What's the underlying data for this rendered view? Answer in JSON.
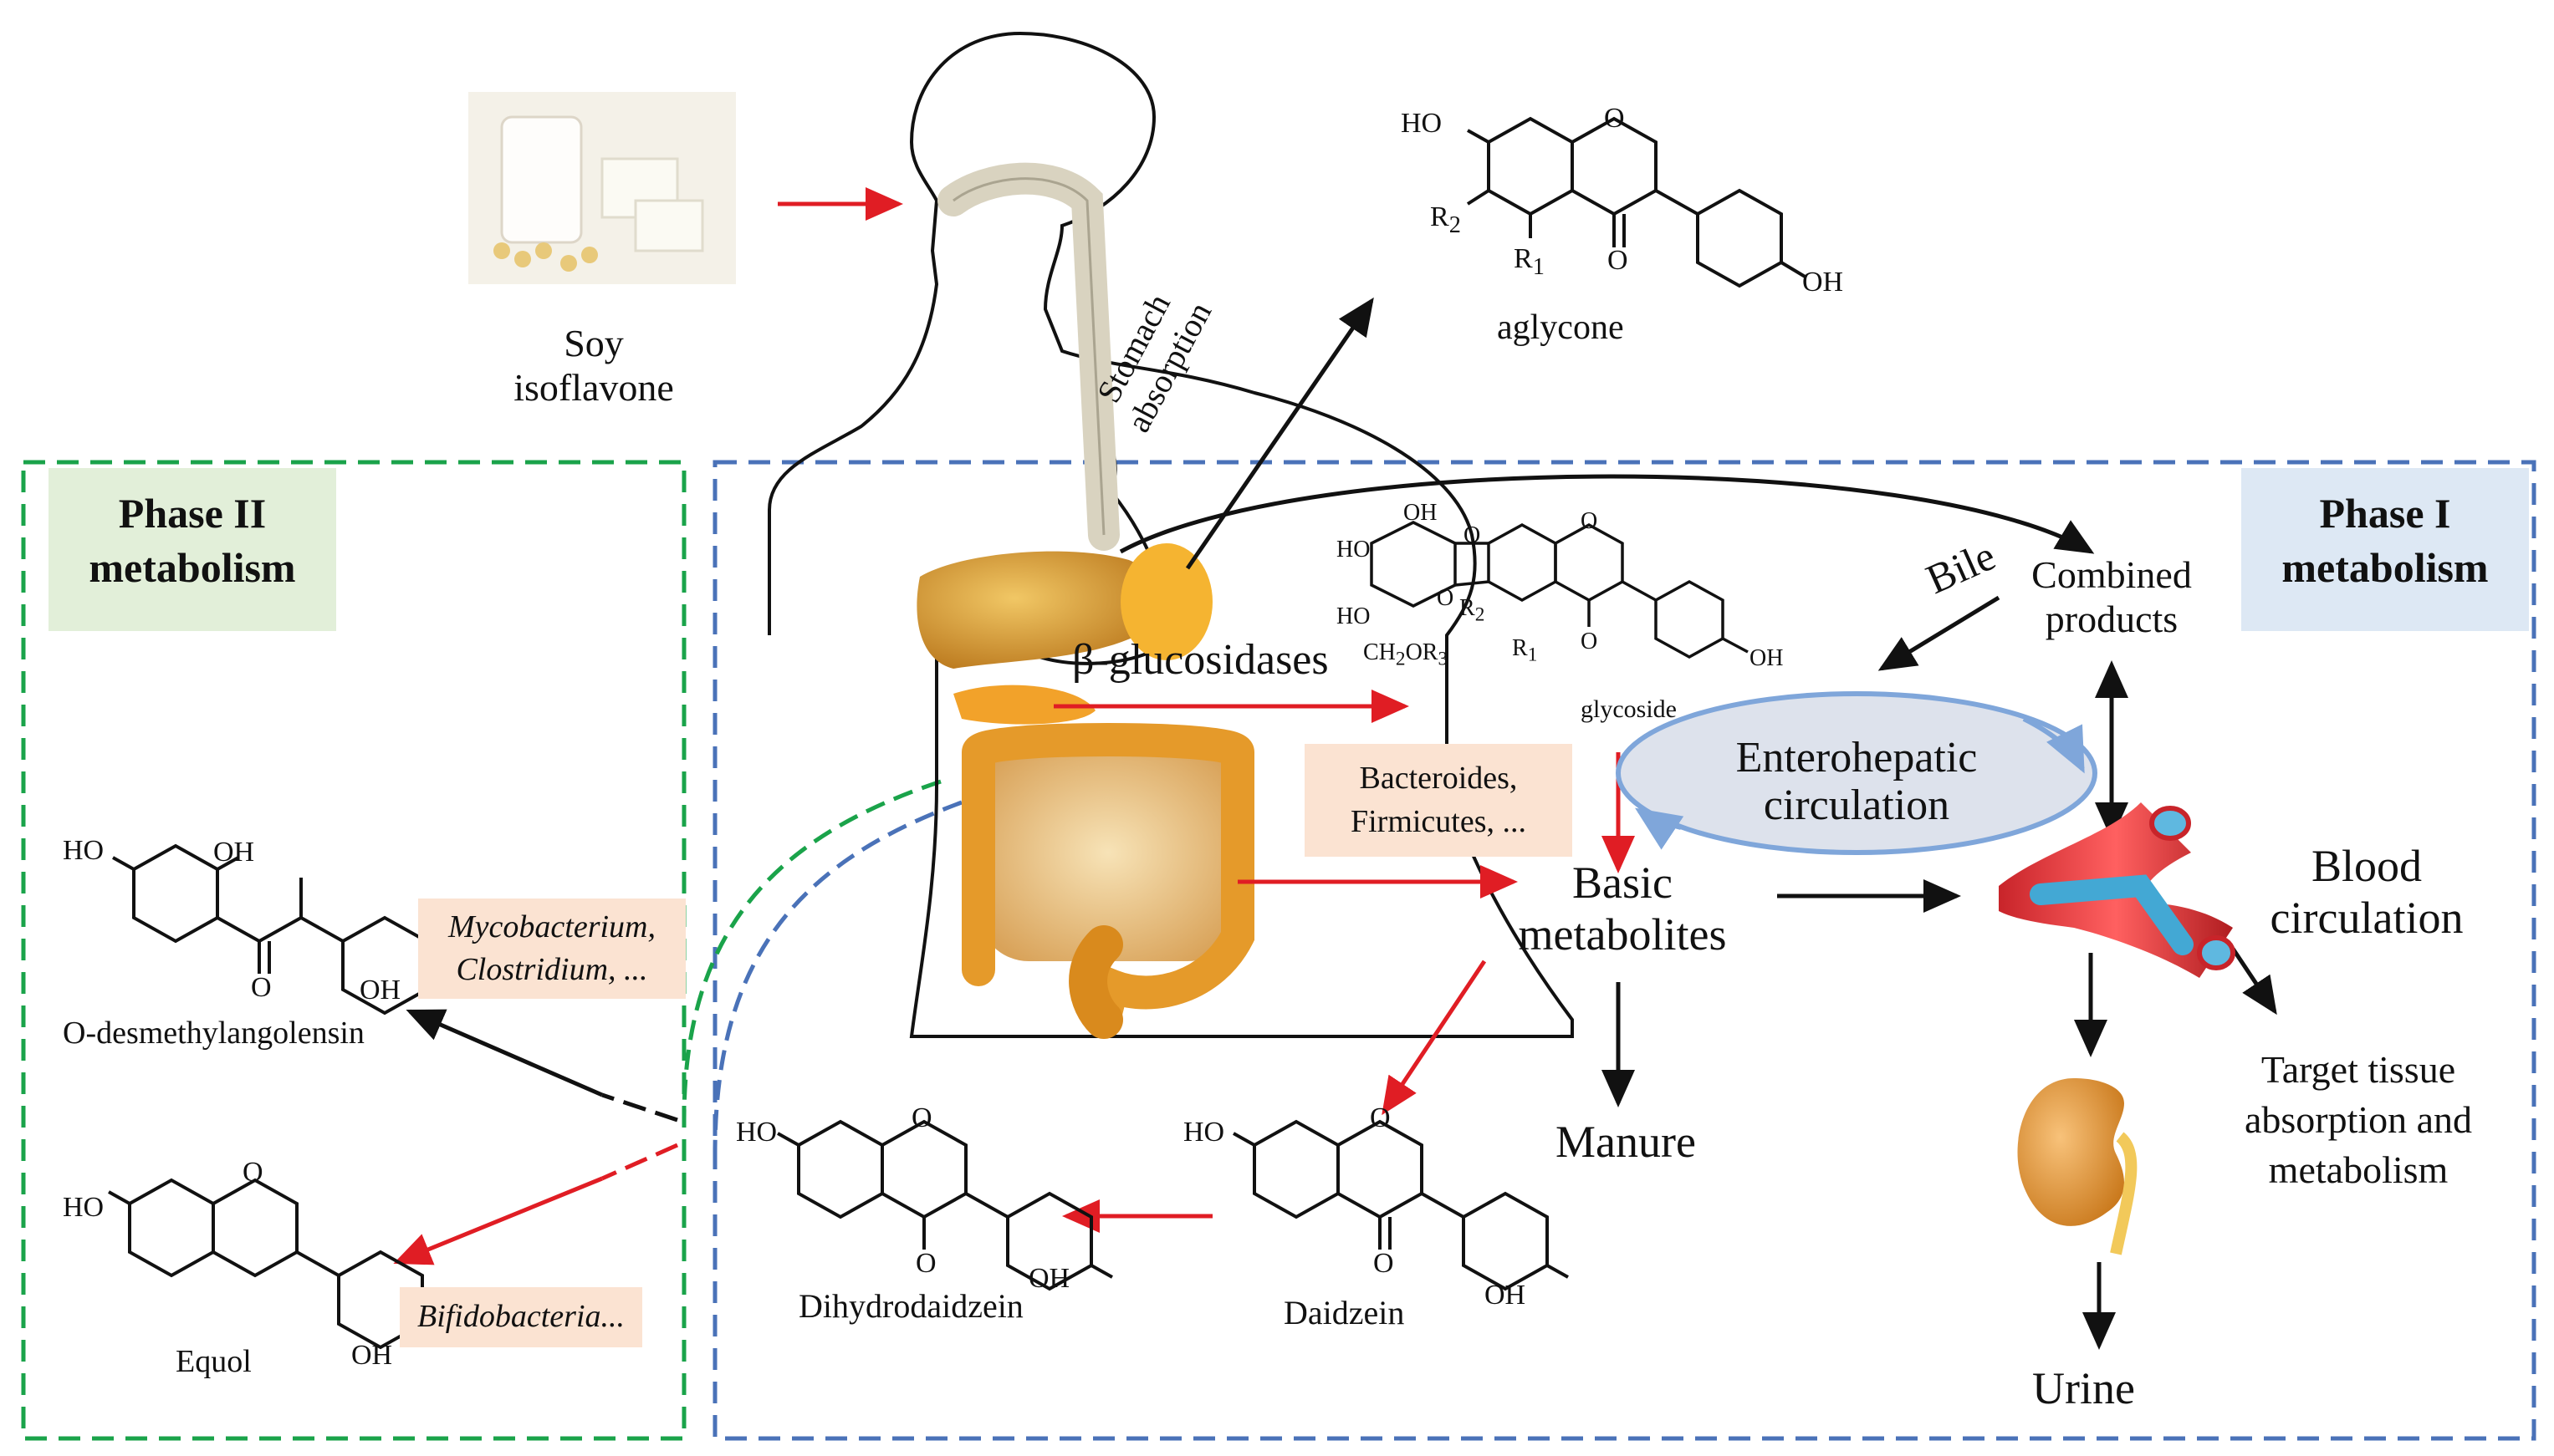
{
  "colors": {
    "phase2_border": "#1aa34a",
    "phase1_border": "#4a72b8",
    "phase2_fill": "#e2efd9",
    "phase1_fill": "#dde8f4",
    "red_arrow": "#e01d24",
    "bacteria_fill": "#fbe3d2",
    "ellipse_fill": "#dde2ec",
    "ellipse_stroke": "#7fa6da"
  },
  "phase2": {
    "line1": "Phase II",
    "line2": "metabolism"
  },
  "phase1": {
    "line1": "Phase I",
    "line2": "metabolism"
  },
  "soy": {
    "line1": "Soy",
    "line2": "isoflavone"
  },
  "stomach": {
    "line1": "Stomach",
    "line2": "absorption"
  },
  "aglycone": {
    "label": "aglycone",
    "ho": "HO",
    "r2": "R",
    "r2sub": "2",
    "r1": "R",
    "r1sub": "1",
    "o_ring": "O",
    "o_keto": "O",
    "oh": "OH"
  },
  "glycoside": {
    "label": "glycoside",
    "ho1": "HO",
    "oh1": "OH",
    "ho2": "HO",
    "ch2": "CH",
    "ch2sub": "2",
    "or3": "OR",
    "or3sub": "3",
    "r2": "R",
    "r2sub": "2",
    "r1": "R",
    "r1sub": "1",
    "o_glyc": "O",
    "o_ring": "O",
    "o_keto": "O",
    "o_sugar": "O",
    "oh": "OH"
  },
  "enzyme": "β-glucosidases",
  "bile": "Bile",
  "combined": {
    "line1": "Combined",
    "line2": "products"
  },
  "enterohepatic": {
    "line1": "Enterohepatic",
    "line2": "circulation"
  },
  "bacteria1": {
    "line1": "Bacteroides,",
    "line2": "Firmicutes, ..."
  },
  "basic": {
    "line1": "Basic",
    "line2": "metabolites"
  },
  "blood": {
    "line1": "Blood",
    "line2": "circulation"
  },
  "target": {
    "line1": "Target tissue",
    "line2": "absorption and",
    "line3": "metabolism"
  },
  "manure": "Manure",
  "urine": "Urine",
  "daidzein": {
    "label": "Daidzein",
    "ho": "HO",
    "o_ring": "O",
    "o_keto": "O",
    "oh": "OH"
  },
  "dihydro": {
    "label": "Dihydrodaidzein",
    "ho": "HO",
    "o_ring": "O",
    "o_keto": "O",
    "oh": "OH"
  },
  "odma": {
    "label": "O-desmethylangolensin",
    "ho": "HO",
    "oh1": "OH",
    "o_keto": "O",
    "oh2": "OH"
  },
  "equol": {
    "label": "Equol",
    "ho": "HO",
    "o_ring": "O",
    "oh": "OH"
  },
  "bacteria2": {
    "line1": "Mycobacterium,",
    "line2": "Clostridium, ..."
  },
  "bacteria3": {
    "line1": "Bifidobacteria..."
  }
}
